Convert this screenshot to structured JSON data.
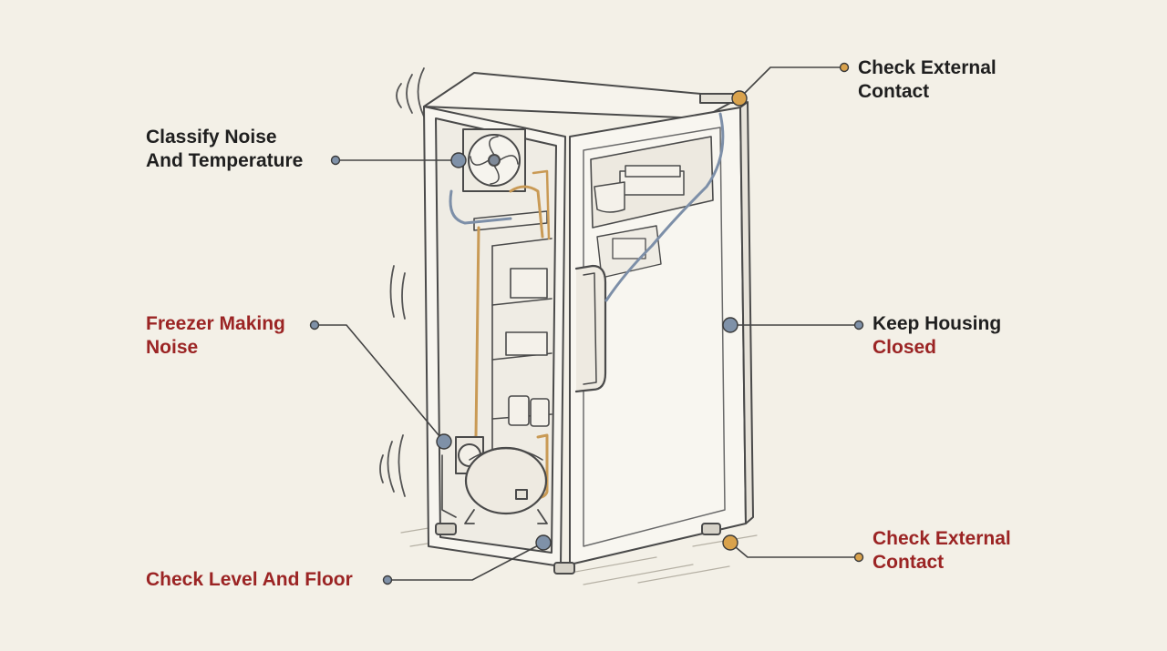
{
  "callouts": {
    "top_right": {
      "line1": "Check External",
      "line2": "Contact"
    },
    "top_left": {
      "line1": "Classify Noise",
      "line2": "And Temperature"
    },
    "mid_left": {
      "line1": "Freezer Making",
      "line2": "Noise"
    },
    "mid_right": {
      "line1": "Keep Housing",
      "line2": "Closed"
    },
    "bottom_right": {
      "line1": "Check External",
      "line2": "Contact"
    },
    "bottom_left": {
      "line1": "Check Level And Floor"
    }
  },
  "colors": {
    "background": "#f3f0e7",
    "outline": "#4a4a4a",
    "marker_blue": "#7f91a8",
    "marker_gold": "#d9a24c",
    "label_dark": "#1f1f1f",
    "label_red": "#9b2424",
    "tube_gold": "#c99a55",
    "tube_blue": "#7d8fa8"
  },
  "icons": {
    "fan": "fan-icon",
    "compressor": "compressor-icon",
    "vibration": "vibration-lines-icon"
  }
}
